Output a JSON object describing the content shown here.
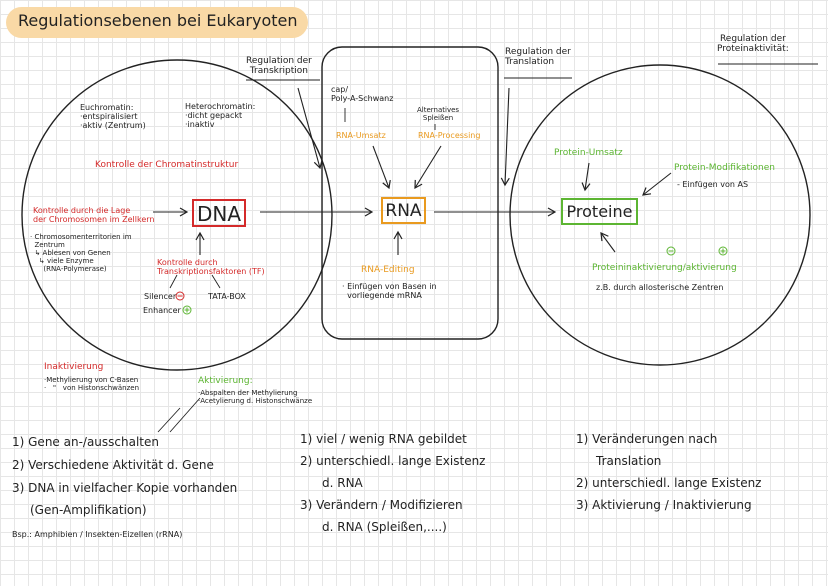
{
  "title": "Regulationsebenen bei Eukaryoten",
  "headers": {
    "transcription": "Regulation der\nTranskription",
    "translation": "Regulation der\nTranslation",
    "protein_activity": "Regulation der\nProteinaktivität:"
  },
  "dna": {
    "box": "DNA",
    "euchromatin": "Euchromatin:\n·entspiralisiert\n·aktiv (Zentrum)",
    "heterochromatin": "Heterochromatin:\n·dicht gepackt\n·inaktiv",
    "chromatin_control": "Kontrolle der Chromatinstruktur",
    "location_control": "Kontrolle durch die Lage\nder Chromosomen im Zellkern",
    "location_note": "· Chromosomenterritorien im\n  Zentrum\n  ↳ Ablesen von Genen\n    ↳ viele Enzyme\n      (RNA-Polymerase)",
    "tf_control": "Kontrolle durch\nTranskriptionsfaktoren (TF)",
    "silencer": "Silencer",
    "enhancer": "Enhancer",
    "tata": "TATA-BOX"
  },
  "rna": {
    "box": "RNA",
    "cap": "cap/\nPoly-A-Schwanz",
    "alt_splicing": "Alternatives\nSpleißen",
    "turnover": "RNA-Umsatz",
    "processing": "RNA-Processing",
    "editing": "RNA-Editing",
    "editing_note": "· Einfügen von Basen in\n  vorliegende mRNA"
  },
  "protein": {
    "box": "Proteine",
    "turnover": "Protein-Umsatz",
    "modifications": "Protein-Modifikationen",
    "mod_note": "- Einfügen von AS",
    "activation": "Proteininaktivierung/aktivierung",
    "activation_note": "z.B. durch allosterische Zentren"
  },
  "inactivation": {
    "label": "Inaktivierung",
    "note": "·Methylierung von C-Basen\n·   \"   von Histonschwänzen"
  },
  "activation": {
    "label": "Aktivierung:",
    "note": "·Abspalten der Methylierung\n·Acetylierung d. Histonschwänze"
  },
  "list_dna": [
    "1) Gene an-/ausschalten",
    "2) Verschiedene Aktivität d. Gene",
    "3) DNA in vielfacher Kopie vorhanden",
    "(Gen-Amplifikation)"
  ],
  "example": "Bsp.: Amphibien / Insekten-Eizellen (rRNA)",
  "list_rna": [
    "1) viel / wenig RNA gebildet",
    "2) unterschiedl. lange Existenz",
    "d. RNA",
    "3) Verändern / Modifizieren",
    "d. RNA (Spleißen,....)"
  ],
  "list_protein": [
    "1) Veränderungen nach",
    "Translation",
    "2) unterschiedl. lange Existenz",
    "3) Aktivierung / Inaktivierung"
  ],
  "colors": {
    "red": "#d42a2a",
    "green": "#5cb532",
    "orange": "#e99a1f",
    "title_bg": "#f9d9a6"
  }
}
